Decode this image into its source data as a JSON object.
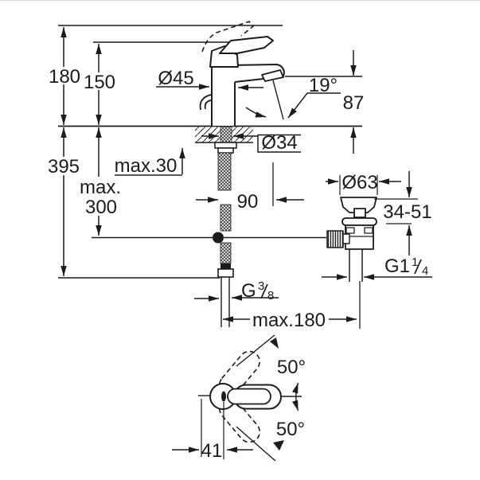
{
  "drawing": {
    "background": "#ffffff",
    "line_color": "#1c1c1c",
    "labels": {
      "d180": "180",
      "d150": "150",
      "d395": "395",
      "max300a": "max.",
      "max300b": "300",
      "max30": "max.30",
      "dia45": "Ø45",
      "dia34": "Ø34",
      "d90": "90",
      "angle19": "19°",
      "d87": "87",
      "dia63": "Ø63",
      "d34_51": "34-51",
      "g114": {
        "base": "G1",
        "sup": "1",
        "sub": "4"
      },
      "g38": {
        "base": "G",
        "sup": "3",
        "sub": "8"
      },
      "max180": "max.180",
      "a50_top": "50°",
      "a50_bot": "50°",
      "d41": "41"
    }
  }
}
